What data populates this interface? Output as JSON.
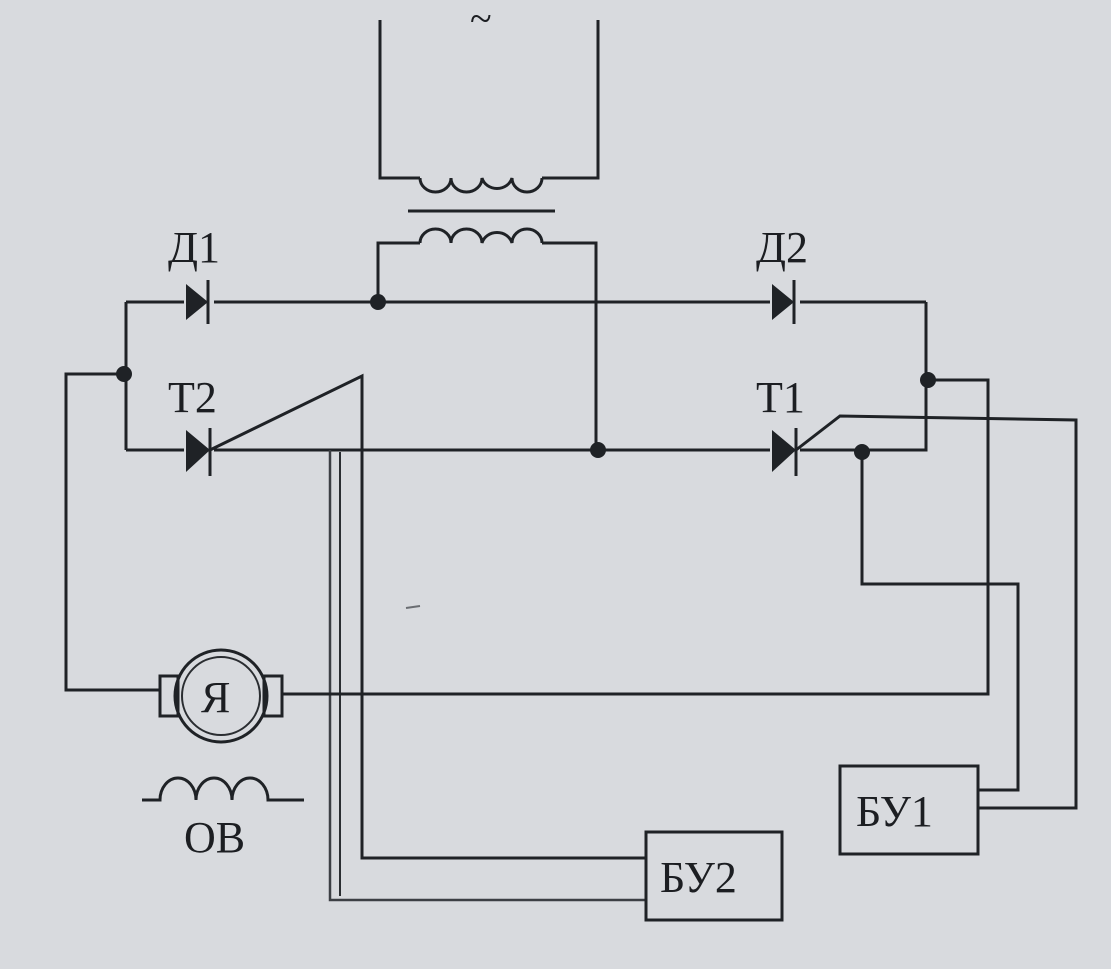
{
  "diagram": {
    "ac_source": "~",
    "labels": {
      "d1": "Д1",
      "d2": "Д2",
      "t1": "Т1",
      "t2": "Т2",
      "armature": "Я",
      "field_winding": "ОВ",
      "control_unit_1": "БУ1",
      "control_unit_2": "БУ2"
    }
  }
}
